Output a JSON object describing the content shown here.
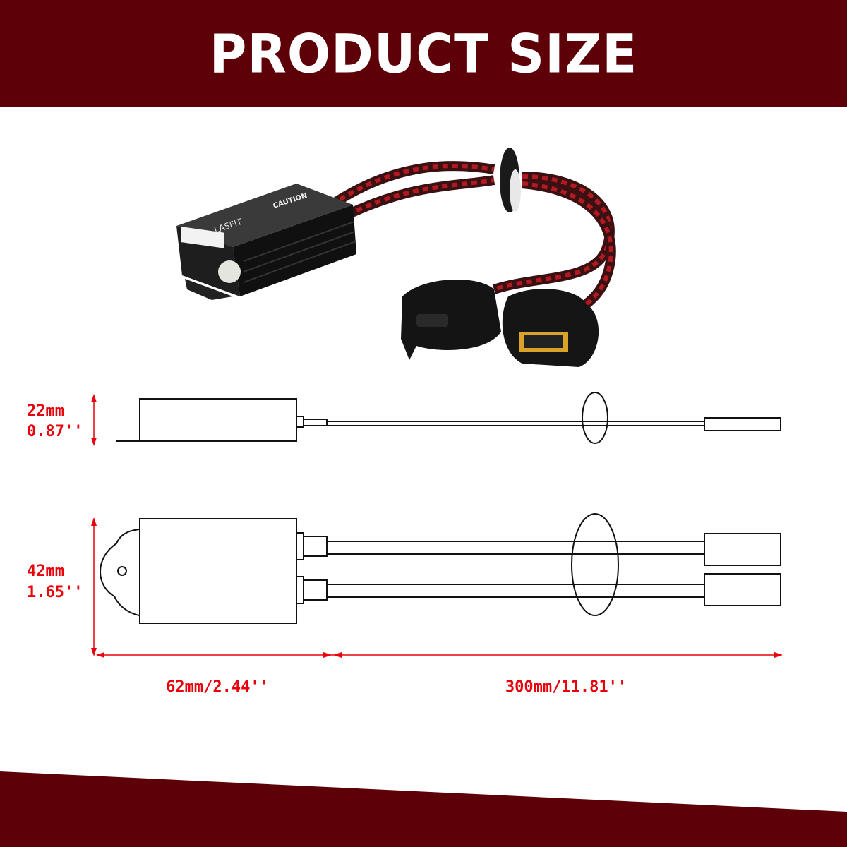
{
  "header": {
    "title": "PRODUCT SIZE"
  },
  "product": {
    "brand_logo": "LASFIT",
    "caution_label": "CAUTION"
  },
  "dimensions": {
    "height_mm": "22mm",
    "height_in": "0.87''",
    "width_mm": "42mm",
    "width_in": "1.65''",
    "box_length": "62mm/2.44''",
    "cable_length": "300mm/11.81''"
  },
  "colors": {
    "banner": "#5e0008",
    "dimension": "#e8000b",
    "outline": "#111111"
  }
}
